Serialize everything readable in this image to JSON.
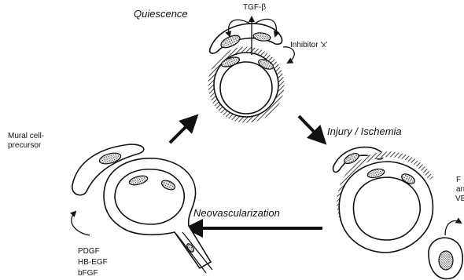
{
  "states": {
    "quiescence": "Quiescence",
    "injury": "Injury / Ischemia",
    "neovascularization": "Neovascularization"
  },
  "factors": {
    "tgf_beta": "TGF-β",
    "inhibitor": "Inhibitor 'x'",
    "mural_cell_line1": "Mural cell-",
    "mural_cell_line2": "precursor",
    "growth_factors": [
      "PDGF",
      "HB-EGF",
      "bFGF"
    ],
    "cut_label_line1": "F",
    "cut_label_line2": "an",
    "cut_label_line3": "VE"
  },
  "colors": {
    "ink": "#111111",
    "background": "#ffffff"
  }
}
